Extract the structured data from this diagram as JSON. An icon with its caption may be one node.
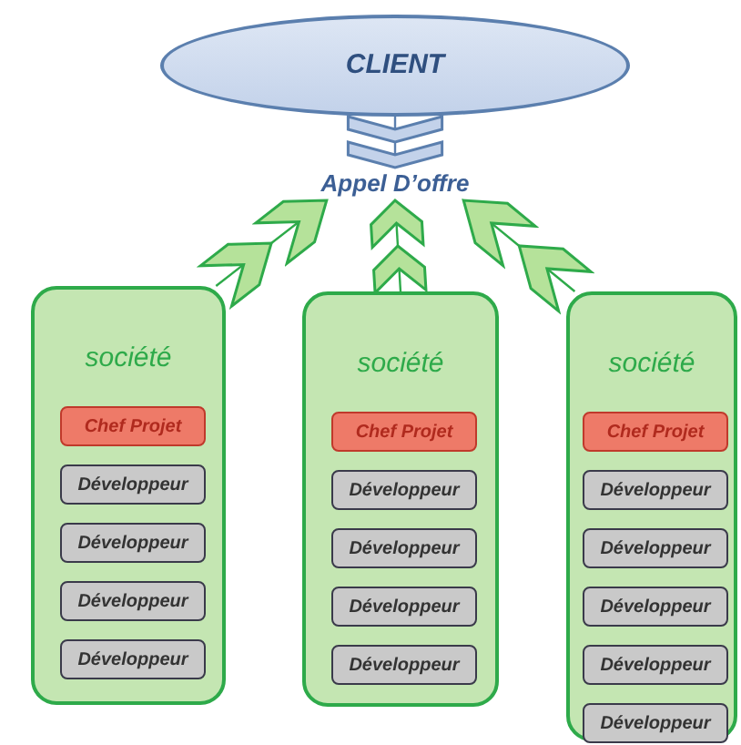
{
  "diagram": {
    "nodes": [
      {
        "text": [
          "CLIENT"
        ]
      },
      {
        "text": [
          "Appel D’offre"
        ]
      },
      {
        "text": [
          "société"
        ]
      },
      {
        "text": [
          "Chef Projet"
        ],
        "in": 2
      },
      {
        "text": [
          "Développeur"
        ],
        "in": 2
      },
      {
        "text": [
          "Développeur"
        ],
        "in": 2
      },
      {
        "text": [
          "Développeur"
        ],
        "in": 2
      },
      {
        "text": [
          "Développeur"
        ],
        "in": 2
      },
      {
        "text": [
          "société"
        ]
      },
      {
        "text": [
          "Chef Projet"
        ],
        "in": 8
      },
      {
        "text": [
          "Développeur"
        ],
        "in": 8
      },
      {
        "text": [
          "Développeur"
        ],
        "in": 8
      },
      {
        "text": [
          "Développeur"
        ],
        "in": 8
      },
      {
        "text": [
          "Développeur"
        ],
        "in": 8
      },
      {
        "text": [
          "société"
        ]
      },
      {
        "text": [
          "Chef Projet"
        ],
        "in": 14
      },
      {
        "text": [
          "Développeur"
        ],
        "in": 14
      },
      {
        "text": [
          "Développeur"
        ],
        "in": 14
      },
      {
        "text": [
          "Développeur"
        ],
        "in": 14
      },
      {
        "text": [
          "Développeur"
        ],
        "in": 14
      },
      {
        "text": [
          "Développeur"
        ],
        "in": 14
      }
    ],
    "edges": [
      {
        "from": 0,
        "to": 1,
        "arrow": "to",
        "color": "#5b7fae"
      },
      {
        "from": 2,
        "to": 1,
        "arrow": "to"
      },
      {
        "from": 8,
        "to": 1,
        "arrow": "to"
      },
      {
        "from": 14,
        "to": 1,
        "arrow": "to"
      }
    ]
  }
}
